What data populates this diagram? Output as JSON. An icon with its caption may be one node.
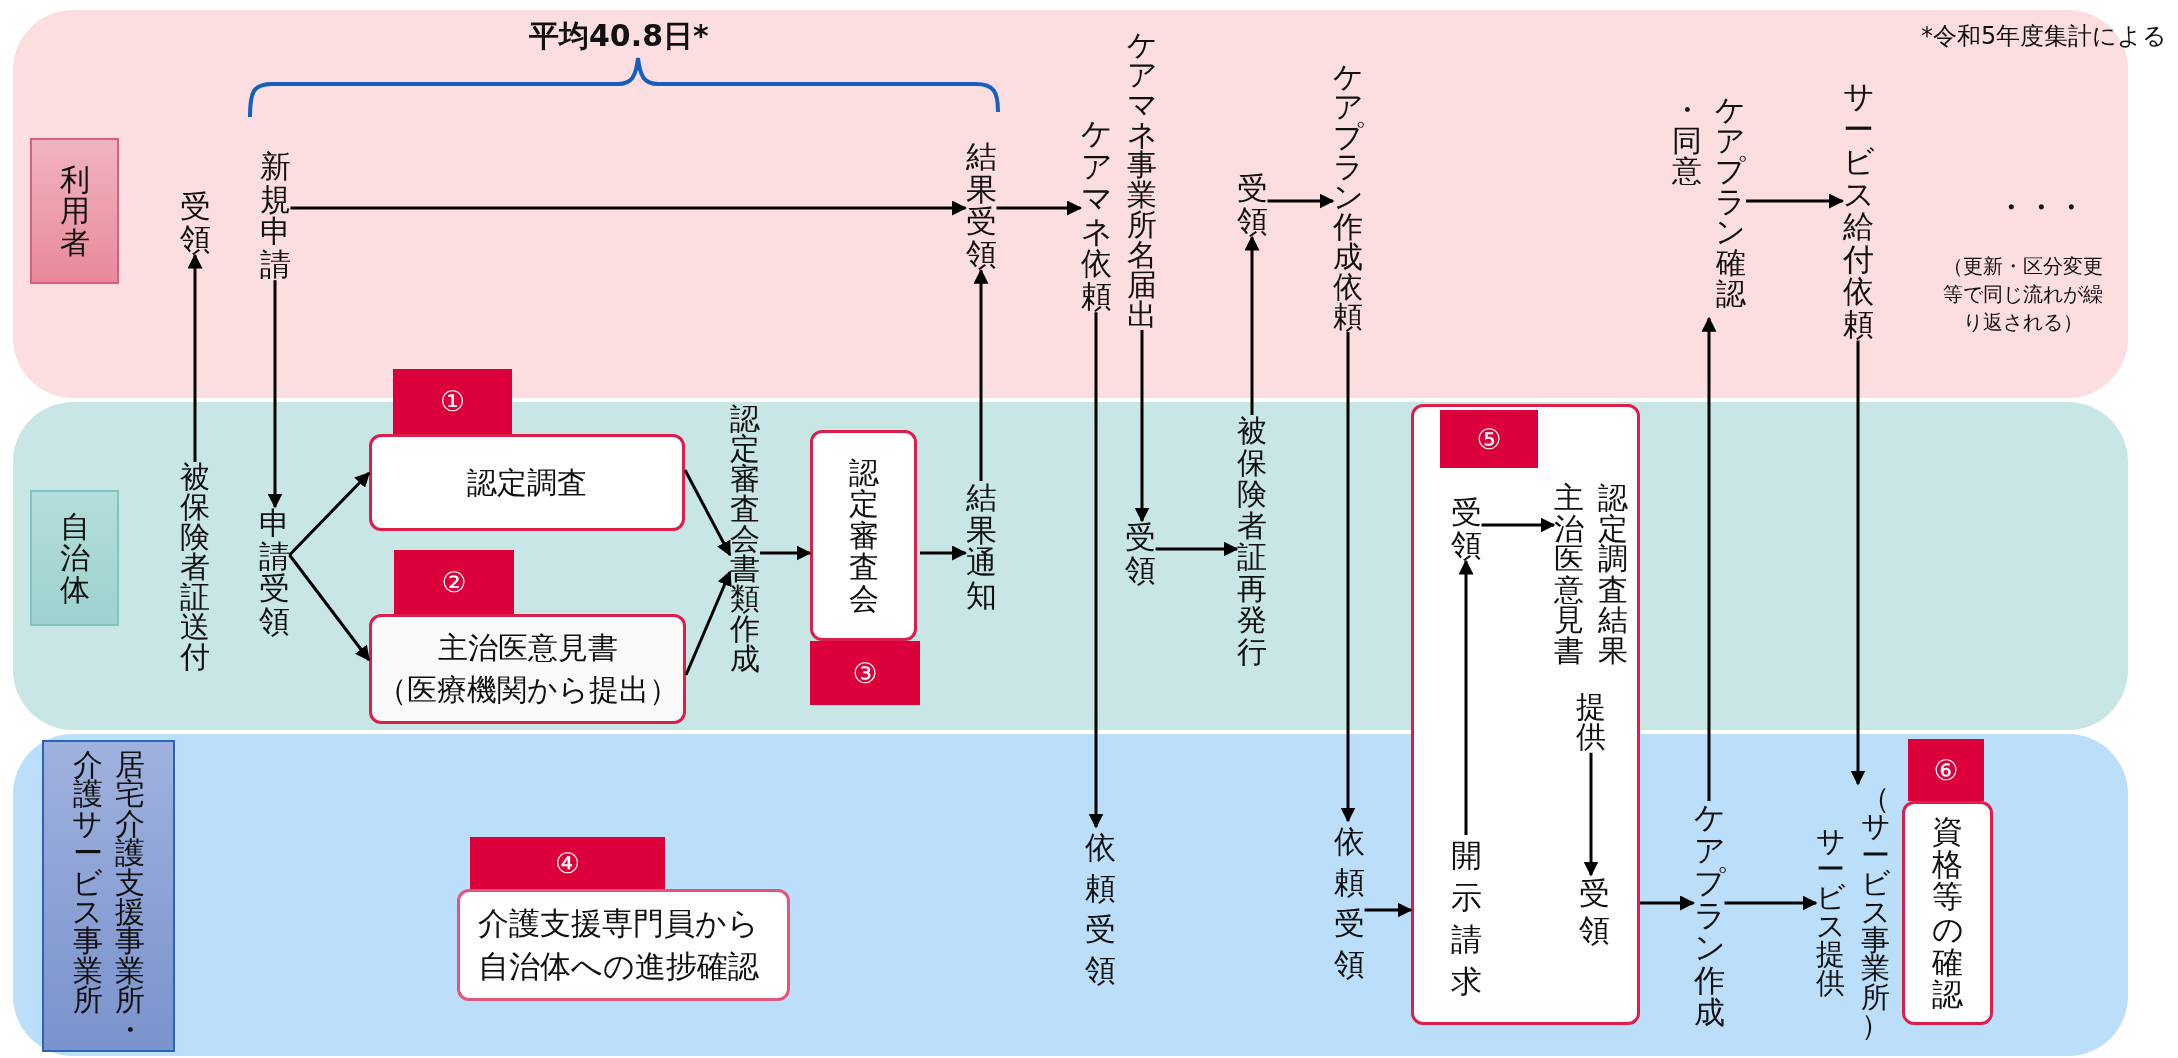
{
  "diagram": {
    "nodes": [
      {
        "text": [
          "利用者"
        ]
      },
      {
        "text": [
          "受領"
        ]
      },
      {
        "text": [
          "新規申請"
        ]
      },
      {
        "text": [
          "結果受領"
        ]
      },
      {
        "text": [
          "ケアマネ依頼"
        ]
      },
      {
        "text": [
          "ケアマネ事業所名届出"
        ]
      },
      {
        "text": [
          "受領"
        ]
      },
      {
        "text": [
          "ケアプラン作成依頼"
        ]
      },
      {
        "text": [
          "ケアプラン確認・同意"
        ]
      },
      {
        "text": [
          "サービス給付依頼"
        ]
      },
      {
        "text": [
          "自治体"
        ]
      },
      {
        "text": [
          "被保険者証送付"
        ]
      },
      {
        "text": [
          "申請受領"
        ]
      },
      {
        "text": [
          "①",
          "認定調査"
        ]
      },
      {
        "text": [
          "②",
          "主治医意見書",
          "（医療機関から提出）"
        ]
      },
      {
        "text": [
          "認定審査会書類作成"
        ]
      },
      {
        "text": [
          "認定審査会",
          "③"
        ]
      },
      {
        "text": [
          "結果通知"
        ]
      },
      {
        "text": [
          "受領"
        ]
      },
      {
        "text": [
          "被保険者証再発行"
        ]
      },
      {
        "text": [
          "⑤"
        ]
      },
      {
        "text": [
          "受領"
        ],
        "in": 20
      },
      {
        "text": [
          "認定調査結果主治医意見書",
          "提供"
        ],
        "in": 20
      },
      {
        "text": [
          "開示請求"
        ],
        "in": 20
      },
      {
        "text": [
          "受領"
        ],
        "in": 20
      },
      {
        "text": [
          "居宅介護支援事業所・介護サービス事業所"
        ]
      },
      {
        "text": [
          "④",
          "介護支援専門員から自治体への進捗確認"
        ]
      },
      {
        "text": [
          "依頼受領"
        ]
      },
      {
        "text": [
          "依頼受領"
        ]
      },
      {
        "text": [
          "ケアプラン作成"
        ]
      },
      {
        "text": [
          "サービス提供",
          "（サービス事業所）"
        ]
      },
      {
        "text": [
          "⑥",
          "資格等の確認"
        ]
      }
    ],
    "edges": [
      {
        "from": 11,
        "to": 1,
        "arrow": "to"
      },
      {
        "from": 2,
        "to": 12,
        "arrow": "to"
      },
      {
        "from": 2,
        "to": 3,
        "arrow": "to"
      },
      {
        "from": 12,
        "to": 13,
        "arrow": "to"
      },
      {
        "from": 12,
        "to": 14,
        "arrow": "to"
      },
      {
        "from": 13,
        "to": 15,
        "arrow": "to"
      },
      {
        "from": 14,
        "to": 15,
        "arrow": "to"
      },
      {
        "from": 15,
        "to": 16,
        "arrow": "to"
      },
      {
        "from": 16,
        "to": 17,
        "arrow": "to"
      },
      {
        "from": 17,
        "to": 3,
        "arrow": "to"
      },
      {
        "from": 3,
        "to": 4,
        "arrow": "to"
      },
      {
        "from": 4,
        "to": 27,
        "arrow": "to"
      },
      {
        "from": 5,
        "to": 18,
        "arrow": "to"
      },
      {
        "from": 18,
        "to": 19,
        "arrow": "to"
      },
      {
        "from": 19,
        "to": 6,
        "arrow": "to"
      },
      {
        "from": 6,
        "to": 7,
        "arrow": "to"
      },
      {
        "from": 7,
        "to": 28,
        "arrow": "to"
      },
      {
        "from": 28,
        "to": 20,
        "arrow": "to"
      },
      {
        "from": 23,
        "to": 21,
        "arrow": "to"
      },
      {
        "from": 21,
        "to": 22,
        "arrow": "to"
      },
      {
        "from": 22,
        "to": 24,
        "arrow": "to"
      },
      {
        "from": 20,
        "to": 29,
        "arrow": "to"
      },
      {
        "from": 29,
        "to": 8,
        "arrow": "to"
      },
      {
        "from": 8,
        "to": 9,
        "arrow": "to"
      },
      {
        "from": 9,
        "to": 30,
        "arrow": "to"
      },
      {
        "from": 29,
        "to": 30,
        "arrow": "to"
      }
    ],
    "labels": [
      "平均40.8日*",
      "*令和5年度集計による",
      "・・・",
      "（更新・区分変更等で同じ流れが繰り返される）"
    ]
  }
}
